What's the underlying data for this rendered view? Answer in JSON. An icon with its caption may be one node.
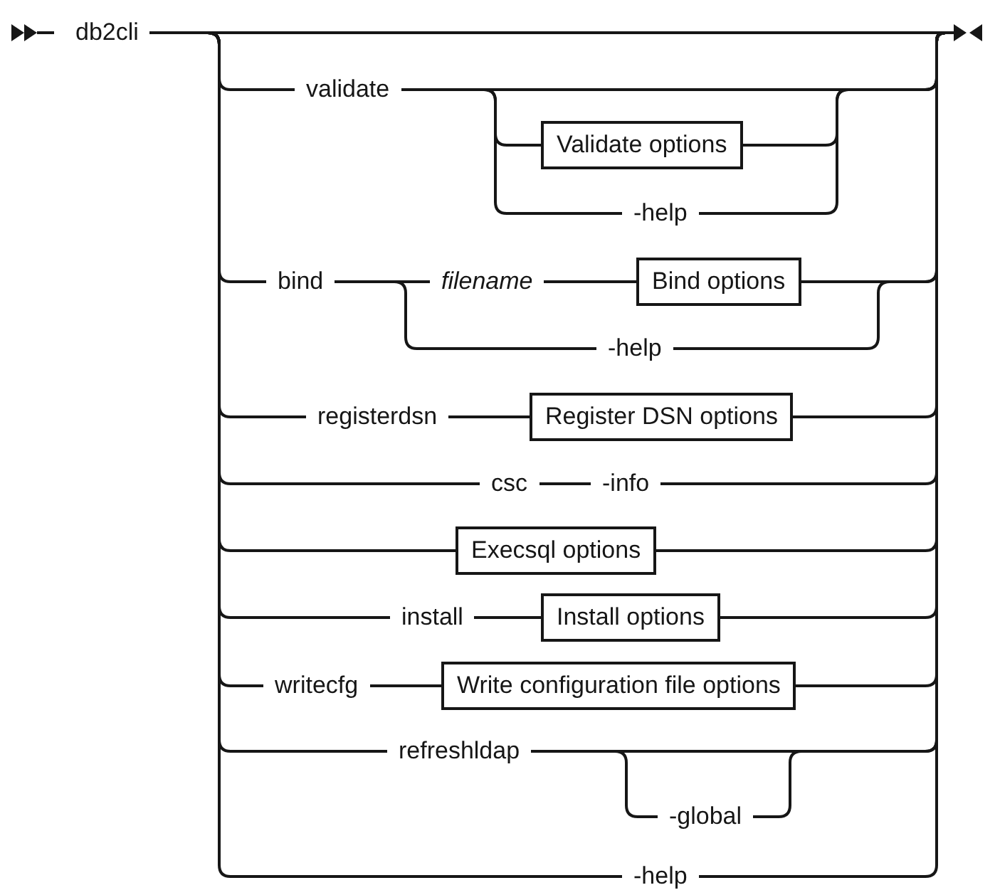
{
  "diagram": {
    "nodes": [
      {
        "text": [
          "db2cli"
        ]
      },
      {
        "text": [
          "validate"
        ]
      },
      {
        "text": [
          "Validate options"
        ]
      },
      {
        "text": [
          "-help"
        ]
      },
      {
        "text": [
          "bind"
        ]
      },
      {
        "text": [
          "filename"
        ]
      },
      {
        "text": [
          "Bind options"
        ]
      },
      {
        "text": [
          "-help"
        ]
      },
      {
        "text": [
          "registerdsn"
        ]
      },
      {
        "text": [
          "Register DSN options"
        ]
      },
      {
        "text": [
          "csc"
        ]
      },
      {
        "text": [
          "-info"
        ]
      },
      {
        "text": [
          "Execsql options"
        ]
      },
      {
        "text": [
          "install"
        ]
      },
      {
        "text": [
          "Install options"
        ]
      },
      {
        "text": [
          "writecfg"
        ]
      },
      {
        "text": [
          "Write configuration file options"
        ]
      },
      {
        "text": [
          "refreshldap"
        ]
      },
      {
        "text": [
          "-global"
        ]
      },
      {
        "text": [
          "-help"
        ]
      },
      {
        "text": [],
        "shape": "bar"
      }
    ],
    "edges": [
      {
        "from": 0,
        "to": 20,
        "arrow": "none"
      },
      {
        "from": 0,
        "to": 1,
        "arrow": "none"
      },
      {
        "from": 1,
        "to": 2,
        "arrow": "none"
      },
      {
        "from": 1,
        "to": 3,
        "arrow": "none"
      },
      {
        "from": 1,
        "to": 20,
        "arrow": "none"
      },
      {
        "from": 2,
        "to": 20,
        "arrow": "none"
      },
      {
        "from": 3,
        "to": 20,
        "arrow": "none"
      },
      {
        "from": 0,
        "to": 4,
        "arrow": "none"
      },
      {
        "from": 4,
        "to": 5,
        "arrow": "none"
      },
      {
        "from": 4,
        "to": 7,
        "arrow": "none"
      },
      {
        "from": 5,
        "to": 6,
        "arrow": "none"
      },
      {
        "from": 6,
        "to": 20,
        "arrow": "none"
      },
      {
        "from": 7,
        "to": 20,
        "arrow": "none"
      },
      {
        "from": 0,
        "to": 8,
        "arrow": "none"
      },
      {
        "from": 8,
        "to": 9,
        "arrow": "none"
      },
      {
        "from": 9,
        "to": 20,
        "arrow": "none"
      },
      {
        "from": 0,
        "to": 10,
        "arrow": "none"
      },
      {
        "from": 10,
        "to": 11,
        "arrow": "none"
      },
      {
        "from": 11,
        "to": 20,
        "arrow": "none"
      },
      {
        "from": 0,
        "to": 12,
        "arrow": "none"
      },
      {
        "from": 12,
        "to": 20,
        "arrow": "none"
      },
      {
        "from": 0,
        "to": 13,
        "arrow": "none"
      },
      {
        "from": 13,
        "to": 14,
        "arrow": "none"
      },
      {
        "from": 14,
        "to": 20,
        "arrow": "none"
      },
      {
        "from": 0,
        "to": 15,
        "arrow": "none"
      },
      {
        "from": 15,
        "to": 16,
        "arrow": "none"
      },
      {
        "from": 16,
        "to": 20,
        "arrow": "none"
      },
      {
        "from": 0,
        "to": 17,
        "arrow": "none"
      },
      {
        "from": 17,
        "to": 18,
        "arrow": "none"
      },
      {
        "from": 17,
        "to": 20,
        "arrow": "none"
      },
      {
        "from": 18,
        "to": 20,
        "arrow": "none"
      },
      {
        "from": 0,
        "to": 19,
        "arrow": "none"
      },
      {
        "from": 19,
        "to": 20,
        "arrow": "none"
      }
    ]
  }
}
